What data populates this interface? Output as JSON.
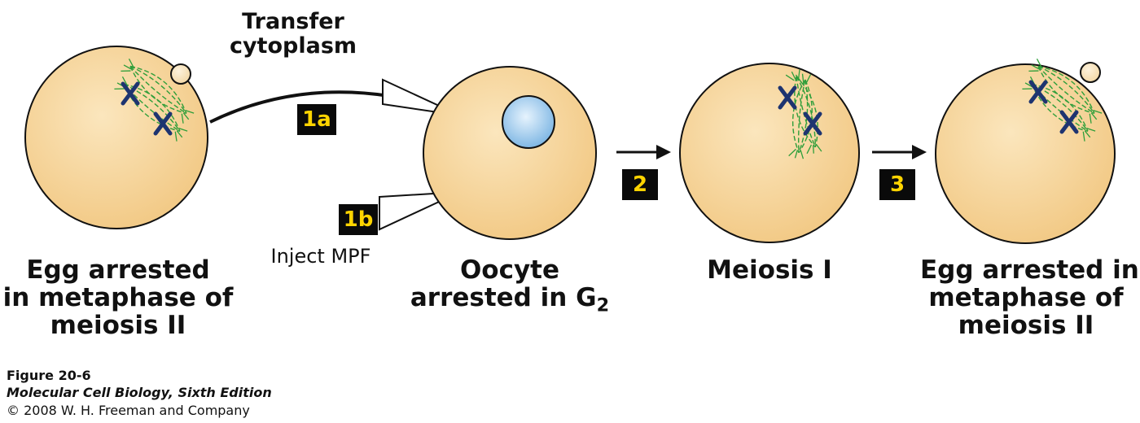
{
  "labels": {
    "egg_left": [
      "Egg arrested",
      "in metaphase of",
      "meiosis II"
    ],
    "transfer": [
      "Transfer",
      "cytoplasm"
    ],
    "inject": "Inject MPF",
    "oocyte_line1": "Oocyte",
    "oocyte_line2": "arrested in G",
    "oocyte_sub": "2",
    "meiosis": "Meiosis I",
    "egg_right": [
      "Egg arrested in",
      "metaphase of",
      "meiosis II"
    ]
  },
  "steps": {
    "s1a": "1a",
    "s1b": "1b",
    "s2": "2",
    "s3": "3"
  },
  "caption": {
    "figure": "Figure 20-6",
    "book": "Molecular Cell Biology, Sixth Edition",
    "copyright": "© 2008 W. H. Freeman and Company"
  },
  "colors": {
    "cell_fill": "#f6d59c",
    "cell_stroke": "#111111",
    "spindle": "#2e9e3a",
    "chromosome": "#1e3470",
    "nucleus": "#9cc9ee",
    "badge_text": "#ffd400"
  }
}
